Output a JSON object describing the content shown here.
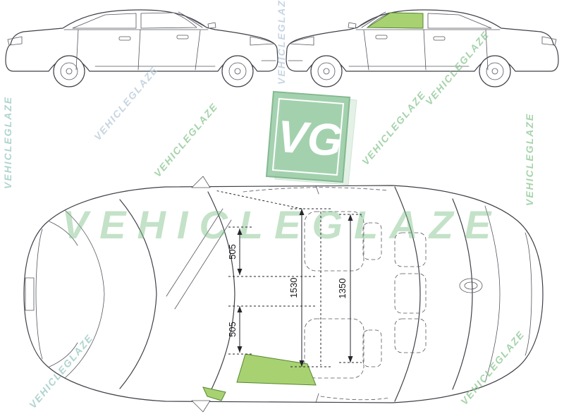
{
  "watermark": {
    "text": "VEHICLEGLAZE",
    "logo": "VG",
    "green": "#8fc996",
    "blue": "#b9cbdc",
    "teal": "#9ccac2"
  },
  "dimensions": {
    "labels": [
      "505",
      "505",
      "1530",
      "1350"
    ]
  },
  "glass": {
    "highlight_fill": "#a8d272",
    "highlight_stroke": "#55862f"
  },
  "artwork": {
    "line_color": "#3f4048"
  }
}
